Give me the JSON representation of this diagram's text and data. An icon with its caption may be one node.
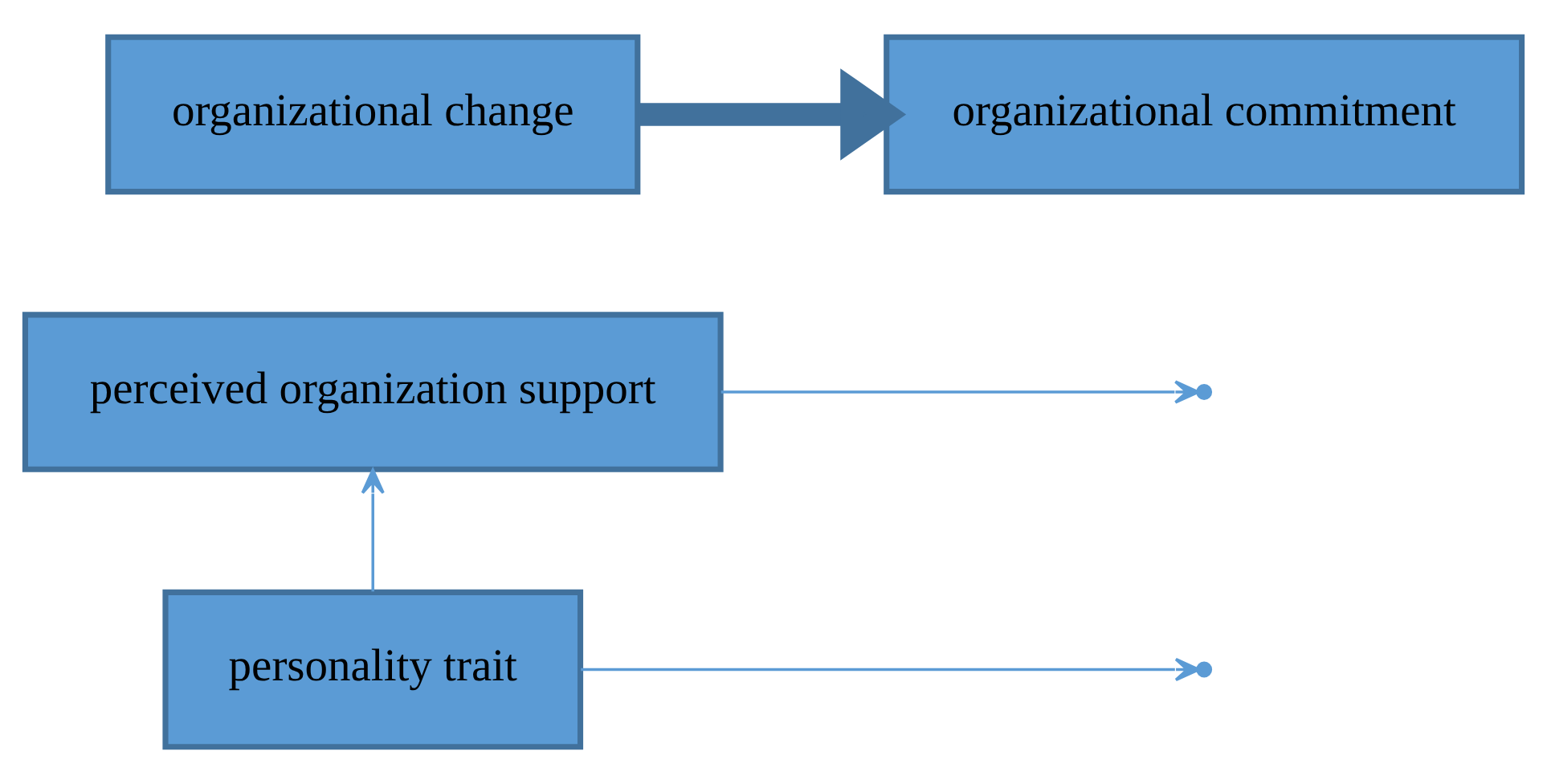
{
  "diagram": {
    "nodes": [
      {
        "text": [
          "perceived organization support"
        ]
      },
      {
        "text": [
          "organizational change"
        ]
      },
      {
        "text": [
          "organizational commitment"
        ]
      },
      {
        "text": [
          "personality trait"
        ]
      }
    ],
    "edges": [
      {
        "from": 1,
        "to": 2,
        "arrow": "to",
        "style": "thick"
      },
      {
        "from": 0,
        "to": null,
        "arrow": "to"
      },
      {
        "from": 3,
        "to": null,
        "arrow": "to"
      },
      {
        "from": 3,
        "to": 0,
        "arrow": "to"
      }
    ]
  }
}
